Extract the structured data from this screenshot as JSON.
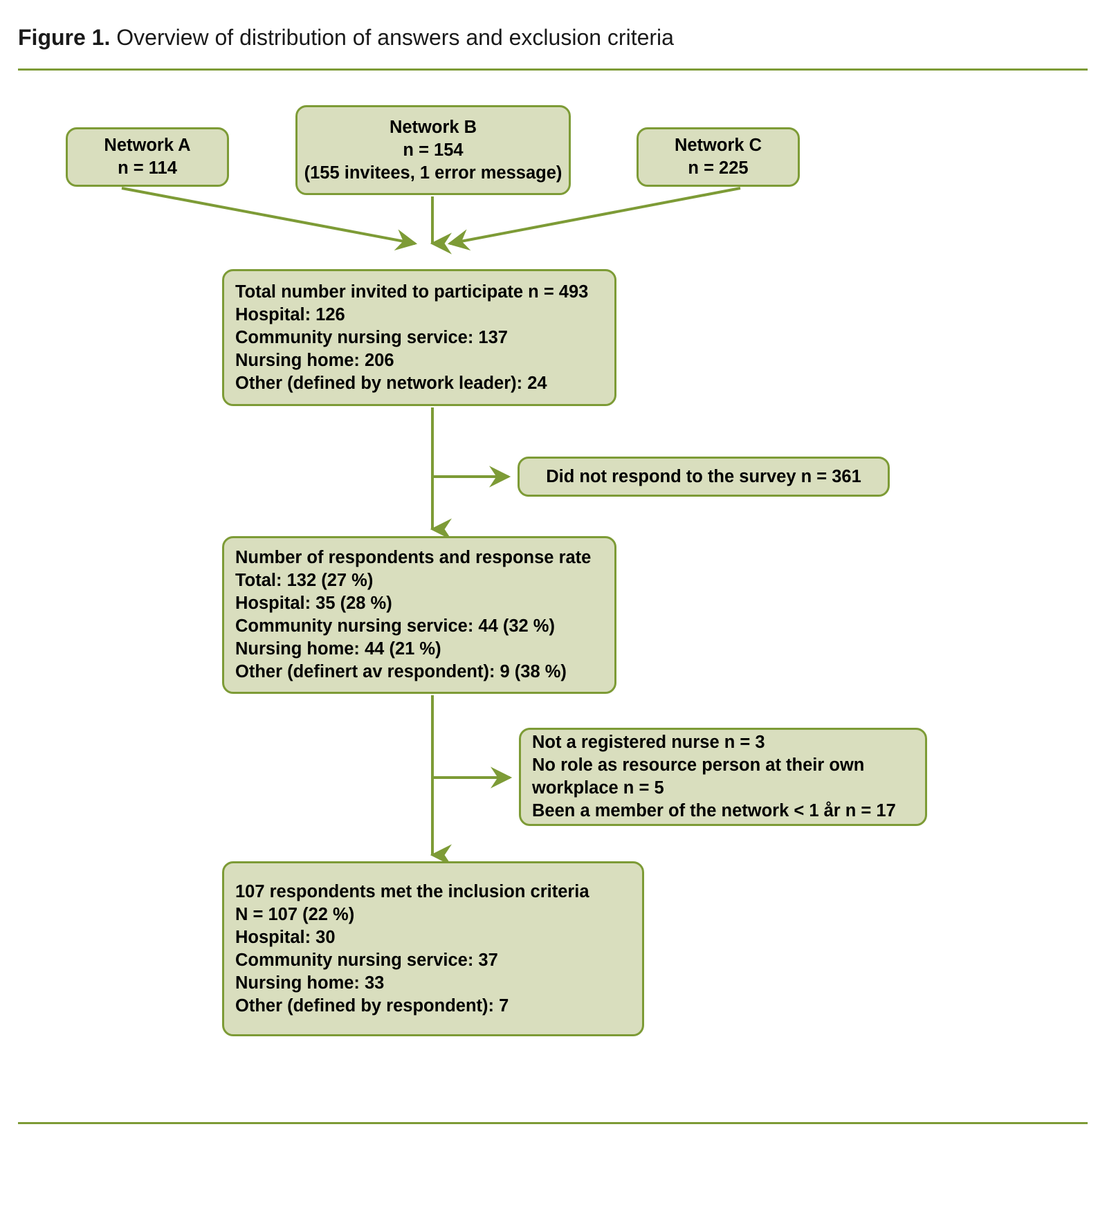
{
  "figure": {
    "label": "Figure 1.",
    "caption": "Overview of distribution of answers and exclusion criteria"
  },
  "colors": {
    "box_fill": "#d9debe",
    "box_border": "#7d9b36",
    "rule": "#7d9b36",
    "arrow": "#7d9b36",
    "text": "#000000"
  },
  "nodes": {
    "network_a": {
      "line1": "Network A",
      "line2": "n = 114"
    },
    "network_b": {
      "line1": "Network B",
      "line2": "n = 154",
      "line3": "(155 invitees, 1 error message)"
    },
    "network_c": {
      "line1": "Network C",
      "line2": "n = 225"
    },
    "total_invited": {
      "line1": "Total number invited to participate n = 493",
      "line2": "Hospital: 126",
      "line3": "Community nursing service: 137",
      "line4": "Nursing home: 206",
      "line5": "Other (defined by network leader): 24"
    },
    "did_not_respond": {
      "line1": "Did not respond to the survey n = 361"
    },
    "respondents": {
      "line1": "Number of respondents and response rate",
      "line2": "Total: 132 (27 %)",
      "line3": "Hospital: 35 (28 %)",
      "line4": "Community nursing service: 44 (32 %)",
      "line5": "Nursing home: 44 (21 %)",
      "line6": "Other (definert av respondent): 9 (38 %)"
    },
    "excluded": {
      "line1": "Not a registered nurse n = 3",
      "line2": "No role as resource person at their own",
      "line3": "workplace n = 5",
      "line4": "Been a member of the network  < 1 år n = 17"
    },
    "included": {
      "line1": "107 respondents met the inclusion criteria",
      "line2": "N = 107 (22 %)",
      "line3": "Hospital: 30",
      "line4": "Community nursing service: 37",
      "line5": "Nursing home: 33",
      "line6": "Other (defined by respondent): 7"
    }
  },
  "flow_data": {
    "type": "flowchart",
    "orientation": "top-to-bottom",
    "sources": [
      {
        "name": "Network A",
        "n": 114
      },
      {
        "name": "Network B",
        "n": 154,
        "note": "155 invitees, 1 error message"
      },
      {
        "name": "Network C",
        "n": 225
      }
    ],
    "invited_total": 493,
    "invited_breakdown": {
      "Hospital": 126,
      "Community nursing service": 137,
      "Nursing home": 206,
      "Other (defined by network leader)": 24
    },
    "non_responders": 361,
    "respondents_total": 132,
    "respondents_rate_pct": 27,
    "respondents_breakdown": {
      "Hospital": {
        "n": 35,
        "pct": 28
      },
      "Community nursing service": {
        "n": 44,
        "pct": 32
      },
      "Nursing home": {
        "n": 44,
        "pct": 21
      },
      "Other (definert av respondent)": {
        "n": 9,
        "pct": 38
      }
    },
    "exclusions": [
      {
        "reason": "Not a registered nurse",
        "n": 3
      },
      {
        "reason": "No role as resource person at their own workplace",
        "n": 5
      },
      {
        "reason": "Been a member of the network < 1 år",
        "n": 17
      }
    ],
    "included_total": 107,
    "included_rate_pct": 22,
    "included_breakdown": {
      "Hospital": 30,
      "Community nursing service": 37,
      "Nursing home": 33,
      "Other (defined by respondent)": 7
    }
  }
}
